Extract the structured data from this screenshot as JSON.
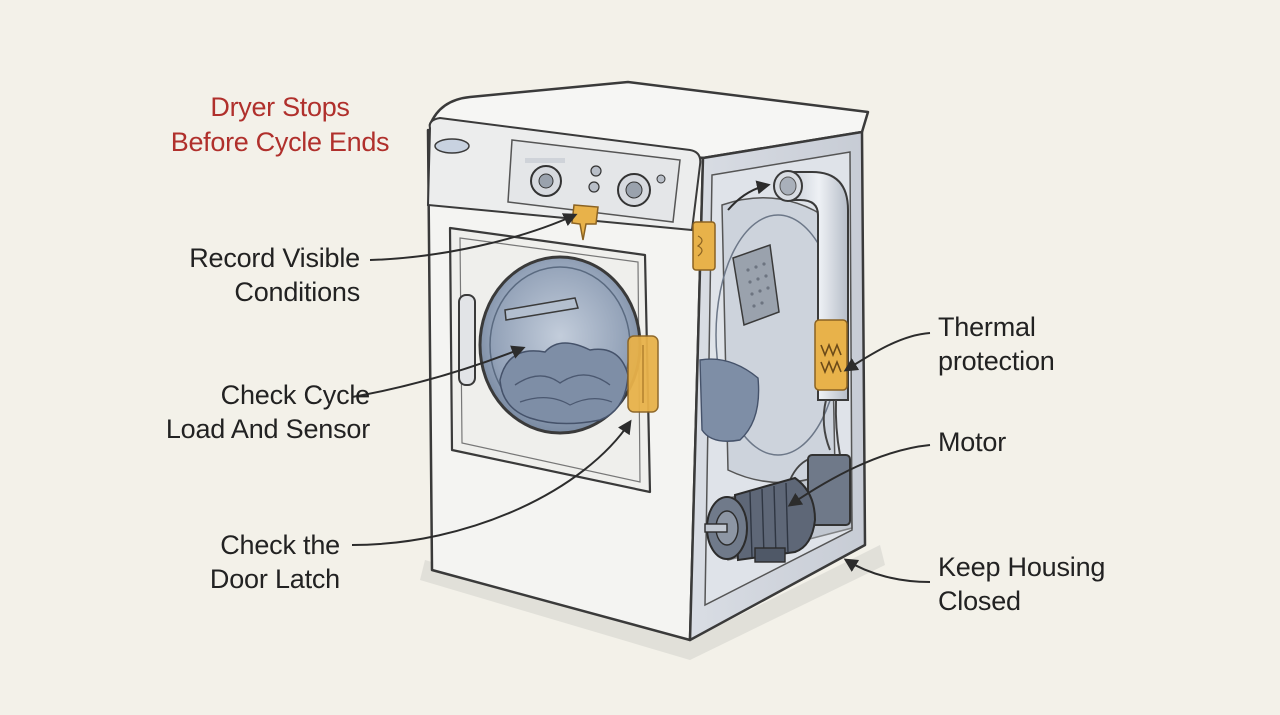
{
  "title": {
    "line1": "Dryer Stops",
    "line2": "Before Cycle Ends"
  },
  "callouts": {
    "record": {
      "line1": "Record Visible",
      "line2": "Conditions"
    },
    "load_sensor": {
      "line1": "Check Cycle",
      "line2": "Load And Sensor"
    },
    "door_latch": {
      "line1": "Check the",
      "line2": "Door Latch"
    },
    "thermal": {
      "line1": "Thermal",
      "line2": "protection"
    },
    "motor": {
      "line1": "Motor"
    },
    "housing": {
      "line1": "Keep Housing",
      "line2": "Closed"
    }
  },
  "colors": {
    "background": "#f3f1e9",
    "title": "#b0302c",
    "outline": "#3a3a3a",
    "highlight": "#e8b24a",
    "drum": "#8fa0b6"
  }
}
